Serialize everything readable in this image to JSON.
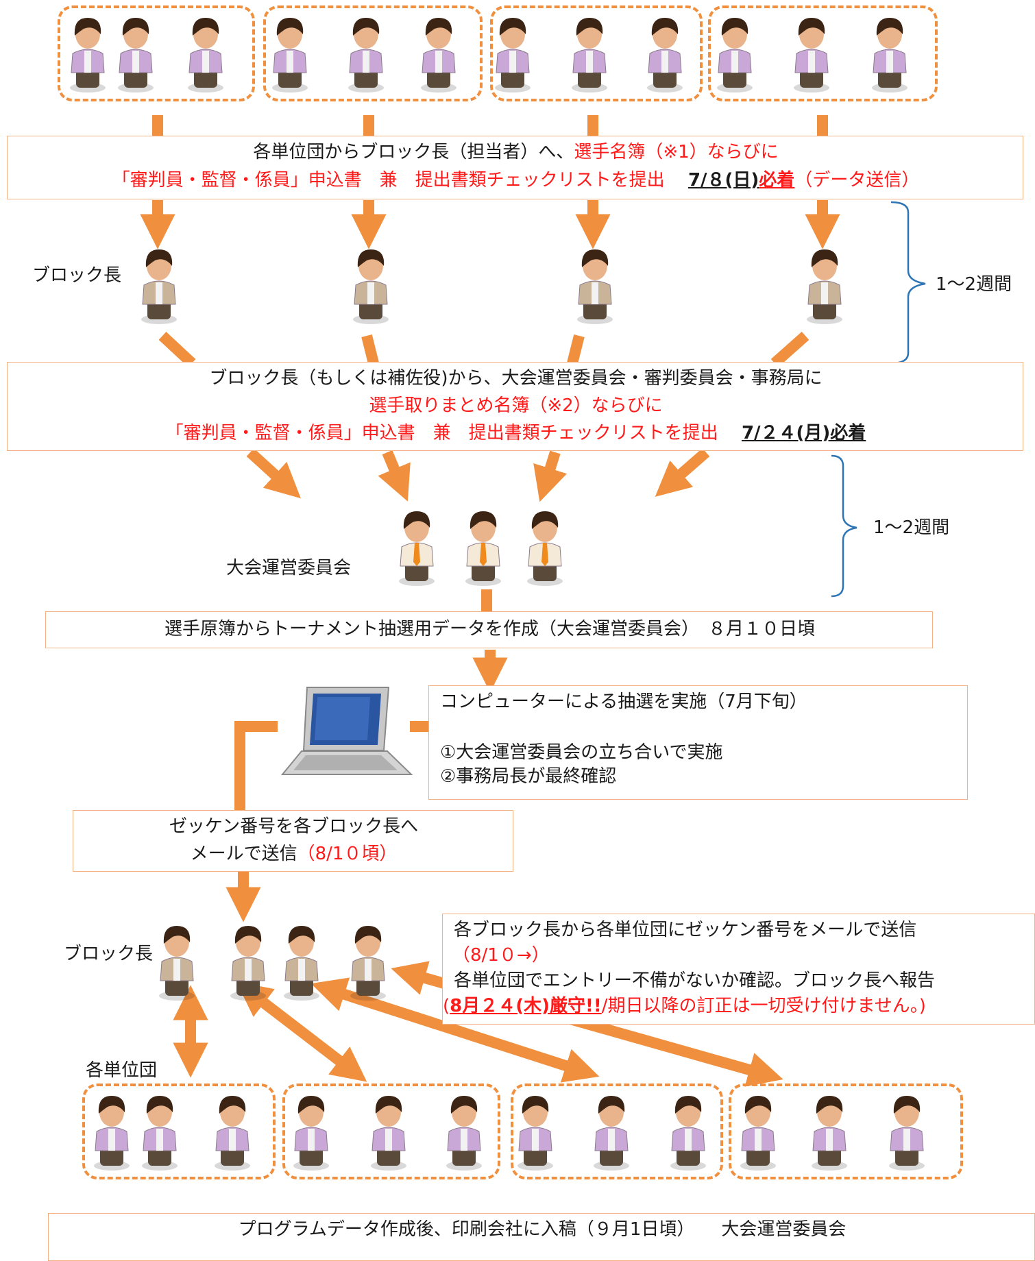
{
  "colors": {
    "arrow": "#f0903f",
    "box_border": "#f4b183",
    "bracket": "#2e75b6",
    "red": "#ff1a1a",
    "unit_shirt": "#c9a8d8",
    "block_shirt": "#c9b49a",
    "committee_shirt": "#f5ead8"
  },
  "icons": {
    "unit_member": "person-lavender-icon",
    "block_leader": "person-beige-icon",
    "committee_member": "person-necktie-icon",
    "computer": "laptop-icon"
  },
  "step1": {
    "line1_a": "各単位団からブロック長（担当者）へ、",
    "line1_b": "選手名簿（※1）ならびに",
    "line2_a": "「審判員・監督・係員」申込書　兼　提出書類チェックリストを提出",
    "line2_date": "7/８(日)",
    "line2_must": "必着",
    "line2_note": "（データ送信）"
  },
  "block_leader_label": "ブロック長",
  "period1": "1〜2週間",
  "step2": {
    "line1": "ブロック長（もしくは補佐役)から、大会運営委員会・審判委員会・事務局に",
    "line2": "選手取りまとめ名簿（※2）ならびに",
    "line3_a": "「審判員・監督・係員」申込書　兼　提出書類チェックリストを提出",
    "line3_date": "7/２４(月)必着"
  },
  "period2": "1〜2週間",
  "committee_label": "大会運営委員会",
  "step3": {
    "text": "選手原簿からトーナメント抽選用データを作成（大会運営委員会）　８月１０日頃"
  },
  "step4": {
    "title": "コンピューターによる抽選を実施（7月下旬）",
    "item1": "①大会運営委員会の立ち合いで実施",
    "item2": "②事務局長が最終確認"
  },
  "step5": {
    "line1": "ゼッケン番号を各ブロック長へ",
    "line2_a": "メールで送信",
    "line2_b": "（8/1０頃）"
  },
  "block_leader_label2": "ブロック長",
  "step6": {
    "line1": "各ブロック長から各単位団にゼッケン番号をメールで送信",
    "line2": "（8/1０→）",
    "line3": "各単位団でエントリー不備がないか確認。ブロック長へ報告",
    "line4_open": "(",
    "line4_date": "8月２４(木)厳守!!",
    "line4_rest": "/期日以降の訂正は一切受け付けません。)"
  },
  "unit_label": "各単位団",
  "step7": {
    "text": "プログラムデータ作成後、印刷会社に入稿（９月1日頃）　　大会運営委員会"
  }
}
